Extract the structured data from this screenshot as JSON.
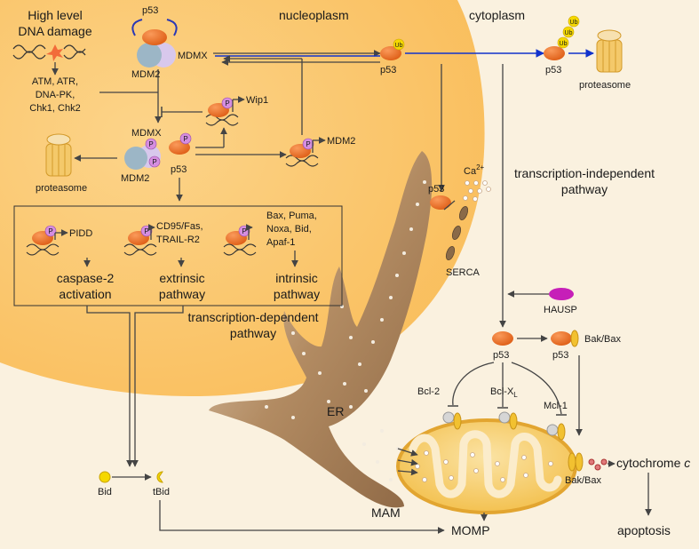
{
  "regions": {
    "nucleoplasm": "nucleoplasm",
    "cytoplasm": "cytoplasm",
    "er": "ER",
    "mam": "MAM"
  },
  "stimulus": {
    "line1": "High level",
    "line2": "DNA damage"
  },
  "kinases": [
    "ATM, ATR,",
    "DNA-PK,",
    "Chk1, Chk2"
  ],
  "proteins": {
    "p53": "p53",
    "mdm2": "MDM2",
    "mdmx": "MDMX",
    "wip1": "Wip1",
    "ub": "Ub",
    "p": "P",
    "bak_bax": "Bak/Bax",
    "hausp": "HAUSP",
    "bcl2": "Bcl-2",
    "bclxl": "Bcl-X",
    "bclxl_sub": "L",
    "mcl1": "Mcl-1",
    "serca": "SERCA",
    "ca": "Ca",
    "ca_sup": "2+",
    "bid": "Bid",
    "tbid": "tBid",
    "cytc": "cytochrome",
    "cytc_italic": "c"
  },
  "proteasome_label": "proteasome",
  "targets": {
    "pidd": "PIDD",
    "death_receptors": [
      "CD95/Fas,",
      "TRAIL-R2"
    ],
    "bh3": [
      "Bax, Puma,",
      "Noxa, Bid,",
      "Apaf-1"
    ]
  },
  "outcomes": {
    "caspase2": [
      "caspase-2",
      "activation"
    ],
    "extrinsic": [
      "extrinsic",
      "pathway"
    ],
    "intrinsic": [
      "intrinsic",
      "pathway"
    ],
    "momp": "MOMP",
    "apoptosis": "apoptosis"
  },
  "pathways": {
    "dependent": [
      "transcription-dependent",
      "pathway"
    ],
    "independent": [
      "transcription-independent",
      "pathway"
    ]
  },
  "colors": {
    "nucleus": "#fbc463",
    "cytoplasm": "#faf1df",
    "p53": "#f06a1c",
    "phospho": "#d58ee0",
    "ubiquitin": "#f5d800",
    "er": "#9c7752",
    "mito": "#f4c04a",
    "hausp": "#c61fb8",
    "bax": "#f2c130",
    "degradation_arrow": "#1133cc"
  }
}
